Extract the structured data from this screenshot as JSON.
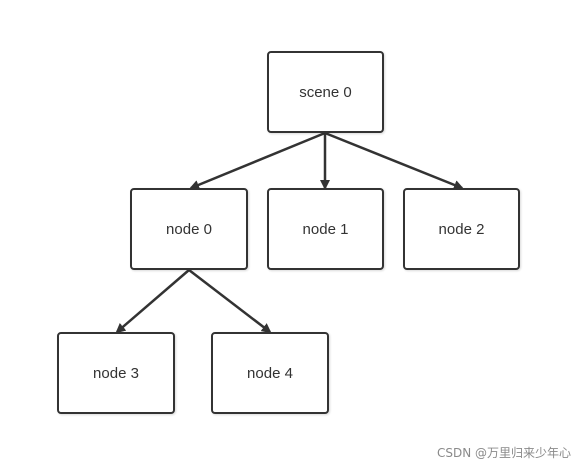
{
  "diagram": {
    "nodes": {
      "scene0": "scene 0",
      "node0": "node 0",
      "node1": "node 1",
      "node2": "node 2",
      "node3": "node 3",
      "node4": "node 4"
    },
    "edges": [
      {
        "from": "scene 0",
        "to": "node 0"
      },
      {
        "from": "scene 0",
        "to": "node 1"
      },
      {
        "from": "scene 0",
        "to": "node 2"
      },
      {
        "from": "node 0",
        "to": "node 3"
      },
      {
        "from": "node 0",
        "to": "node 4"
      }
    ],
    "colors": {
      "stroke": "#333333",
      "text": "#333333",
      "watermark": "#8a8a8a"
    }
  },
  "watermark": "CSDN @万里归来少年心"
}
